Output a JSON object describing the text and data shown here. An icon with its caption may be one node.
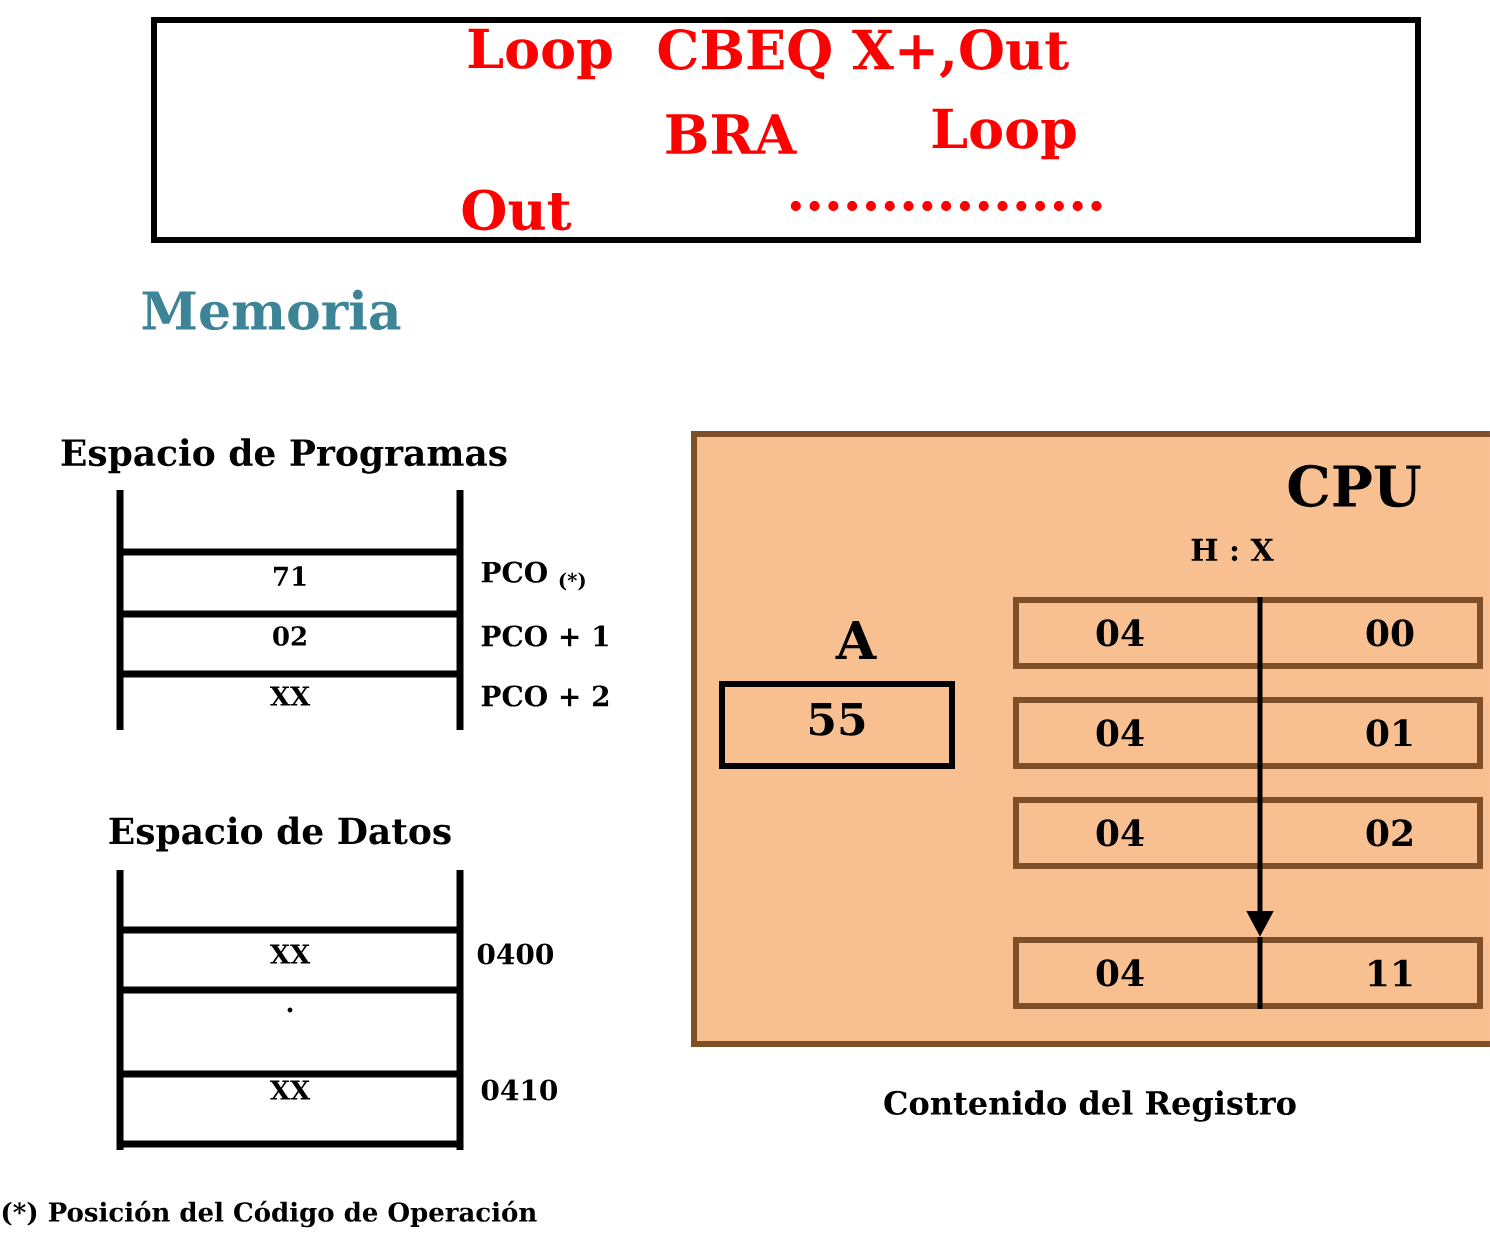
{
  "diagram": {
    "nodes": [
      {
        "text": [
          "Loop",
          "CBEQ X+,Out",
          "BRA",
          "Loop",
          "Out",
          "................."
        ]
      },
      {
        "text": [
          "71"
        ],
        "beside": [
          "PCO $_{(*)}$"
        ]
      },
      {
        "text": [
          "02"
        ],
        "beside": [
          "PCO + 1"
        ]
      },
      {
        "text": [
          "XX"
        ],
        "beside": [
          "PCO + 2"
        ]
      },
      {
        "text": [
          "XX"
        ],
        "beside": [
          "0400"
        ]
      },
      {
        "text": [
          "."
        ]
      },
      {
        "text": [
          "XX"
        ],
        "beside": [
          "0410"
        ]
      },
      {
        "text": [
          "CPU"
        ]
      },
      {
        "text": [
          "55"
        ],
        "beside": [
          "A"
        ],
        "in": 7
      },
      {
        "text": [
          "04",
          "00"
        ],
        "in": 7
      },
      {
        "text": [
          "04",
          "01"
        ],
        "in": 7
      },
      {
        "text": [
          "04",
          "02"
        ],
        "in": 7
      },
      {
        "text": [
          "04",
          "11"
        ],
        "in": 7
      }
    ],
    "edges": [
      {
        "from": 9,
        "to": 10,
        "arrow": "none"
      },
      {
        "from": 10,
        "to": 11,
        "arrow": "none"
      },
      {
        "from": 11,
        "to": 12,
        "arrow": "to"
      }
    ],
    "labels": [
      "Memoria",
      "Espacio de Programas",
      "Espacio de Datos",
      "H : X",
      "Contenido del Registro",
      "(*) Posición del Código de Operación"
    ]
  }
}
